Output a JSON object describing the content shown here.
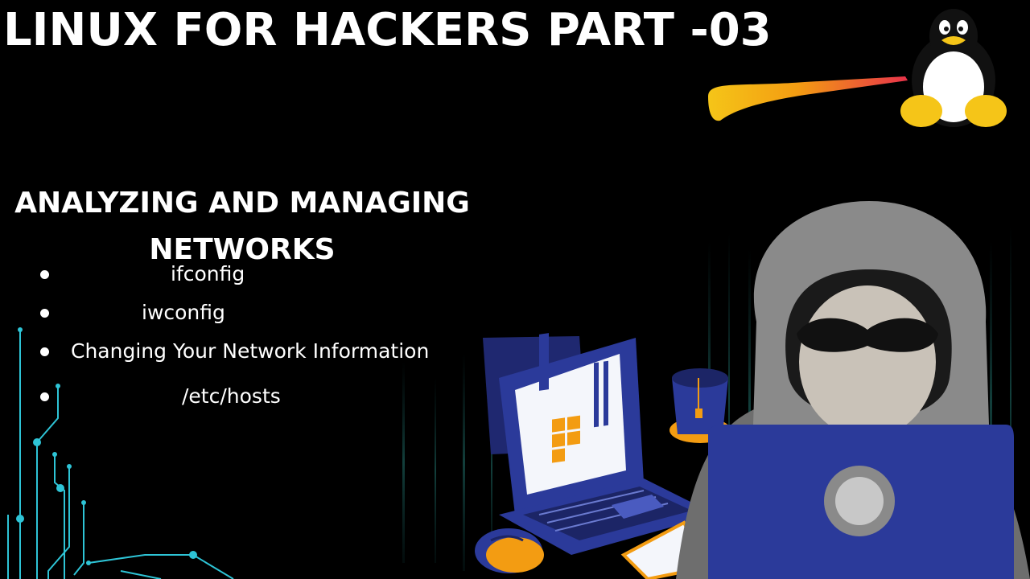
{
  "title": "LINUX FOR HACKERS PART -03",
  "subtitle_line1": "ANALYZING AND MANAGING",
  "subtitle_line2": "NETWORKS",
  "topics": [
    "ifconfig",
    "iwconfig",
    "Changing Your Network Information",
    "/etc/hosts"
  ],
  "colors": {
    "background": "#000000",
    "text": "#ffffff",
    "circuit": "#2ec4d6",
    "laptop_blue": "#2b3a9a",
    "hood_grey": "#8a8a8a",
    "accent_orange": "#f39c12",
    "flame_red": "#e8334a",
    "flame_yellow": "#f5c518"
  },
  "icons": [
    "tux-penguin-icon",
    "hacker-illustration",
    "laptop-illustration",
    "mug-icon",
    "mouse-icon",
    "circuit-lines"
  ]
}
